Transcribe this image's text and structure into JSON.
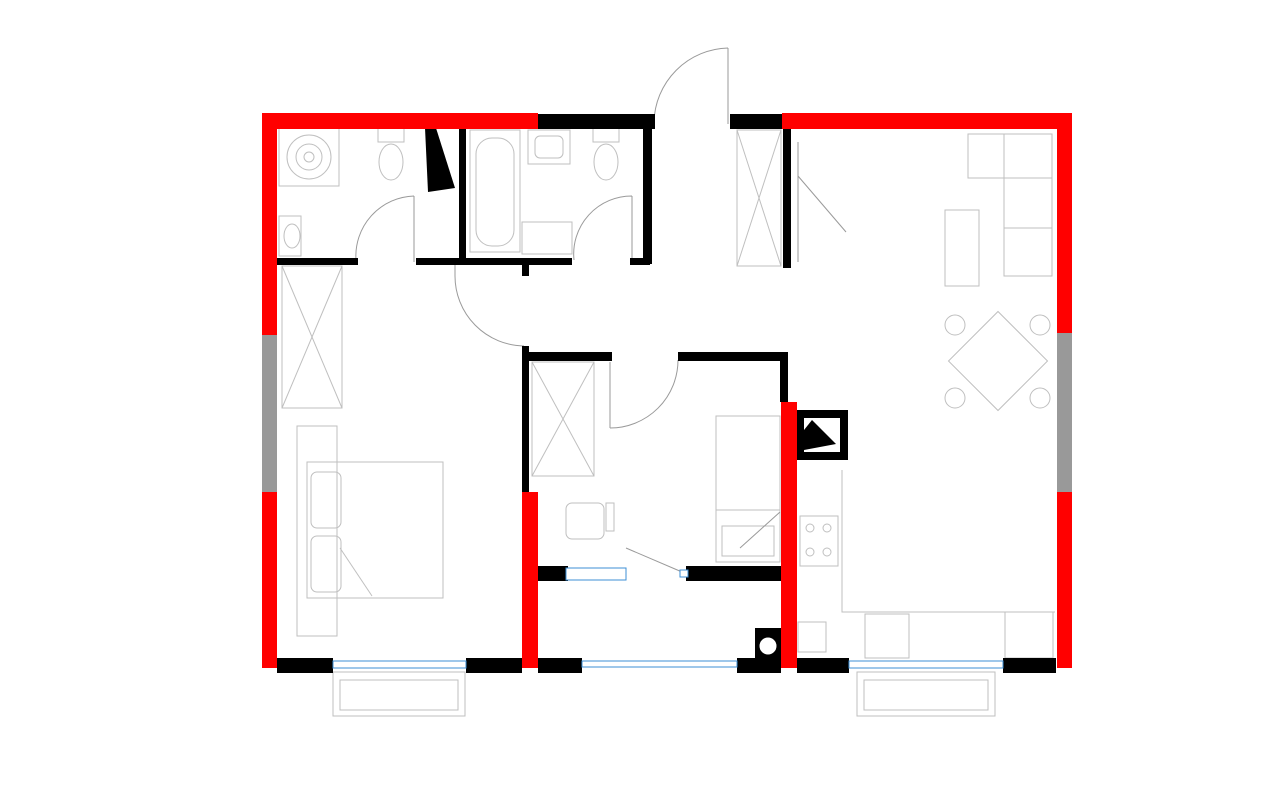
{
  "plan": {
    "colors": {
      "exterior_wall": "#ff0000",
      "interior_wall": "#000000",
      "window_panel": "#999999",
      "glazing": "#3d8fd6",
      "fixtures": "#bfbfbf",
      "background": "#ffffff"
    },
    "rooms": [
      "wc",
      "bathroom",
      "entrance-hall",
      "bedroom",
      "second-bedroom",
      "living-dining-kitchen"
    ]
  }
}
